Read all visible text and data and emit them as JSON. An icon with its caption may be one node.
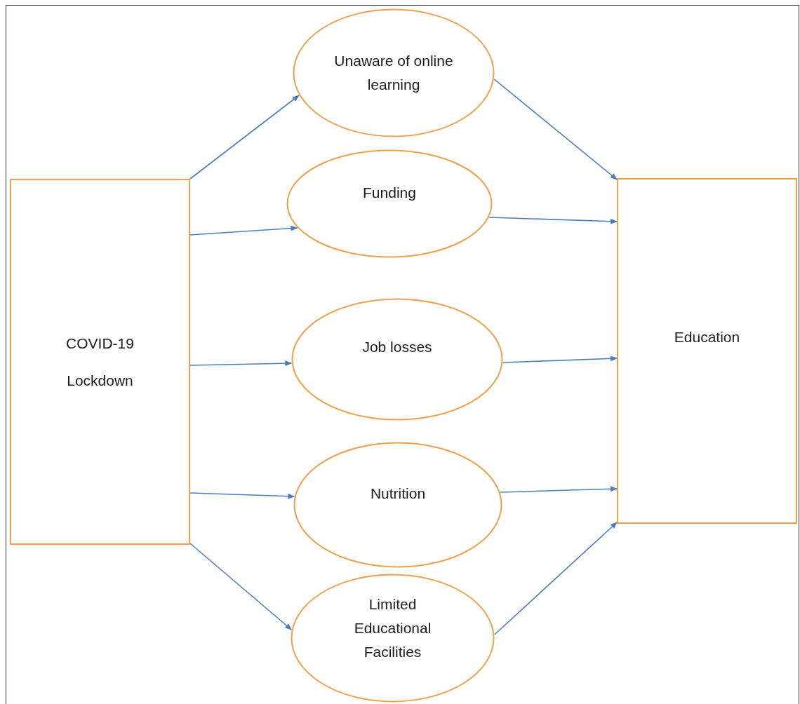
{
  "diagram": {
    "nodes": [
      {
        "text": [
          "COVID-19 Lockdown"
        ]
      },
      {
        "text": [
          "Unaware of online learning"
        ]
      },
      {
        "text": [
          "Funding"
        ]
      },
      {
        "text": [
          "Job losses"
        ]
      },
      {
        "text": [
          "Nutrition"
        ]
      },
      {
        "text": [
          "Limited Educational Facilities"
        ]
      },
      {
        "text": [
          "Education"
        ]
      }
    ],
    "edges": [
      {
        "from": 0,
        "to": 1,
        "arrow": "to"
      },
      {
        "from": 0,
        "to": 2,
        "arrow": "to"
      },
      {
        "from": 0,
        "to": 3,
        "arrow": "to"
      },
      {
        "from": 0,
        "to": 4,
        "arrow": "to"
      },
      {
        "from": 0,
        "to": 5,
        "arrow": "to"
      },
      {
        "from": 1,
        "to": 6,
        "arrow": "to"
      },
      {
        "from": 2,
        "to": 6,
        "arrow": "to"
      },
      {
        "from": 3,
        "to": 6,
        "arrow": "to"
      },
      {
        "from": 4,
        "to": 6,
        "arrow": "to"
      },
      {
        "from": 5,
        "to": 6,
        "arrow": "to"
      }
    ]
  }
}
